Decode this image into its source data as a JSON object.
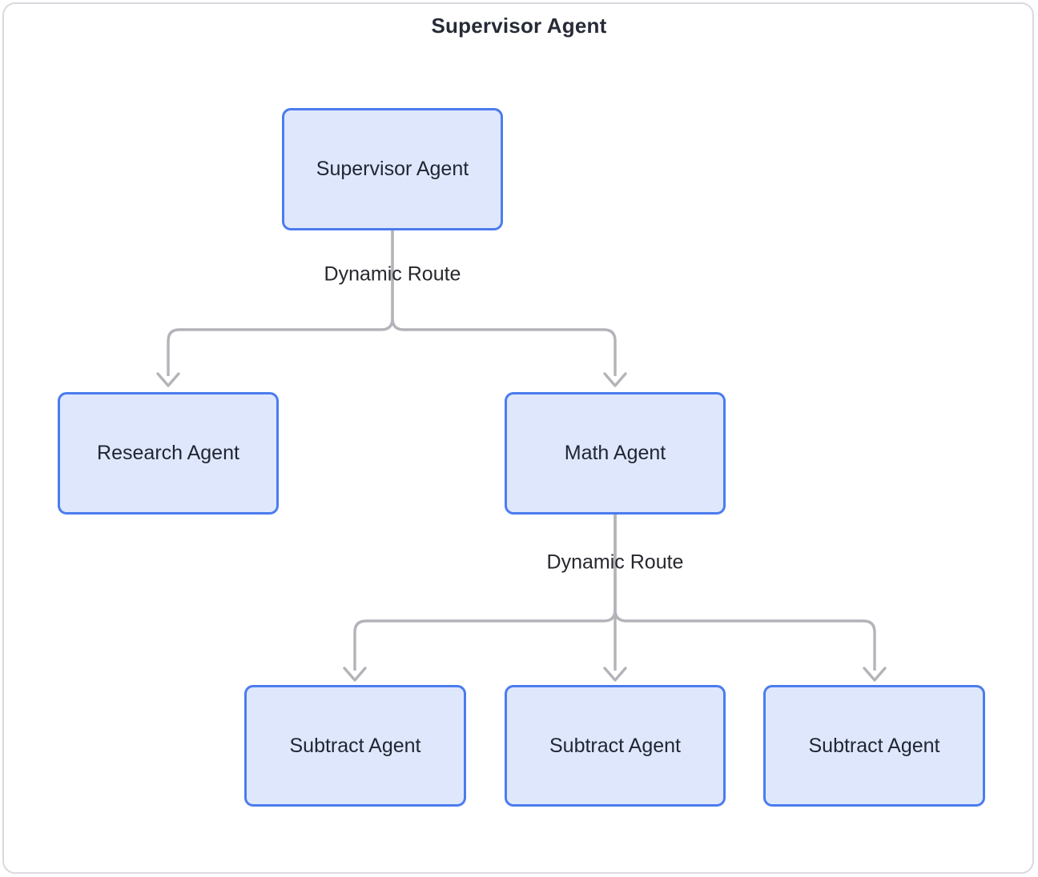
{
  "diagram": {
    "title": "Supervisor Agent",
    "nodes": [
      {
        "id": "supervisor",
        "label": "Supervisor Agent"
      },
      {
        "id": "research",
        "label": "Research Agent"
      },
      {
        "id": "math",
        "label": "Math Agent"
      },
      {
        "id": "subtract-1",
        "label": "Subtract Agent"
      },
      {
        "id": "subtract-2",
        "label": "Subtract Agent"
      },
      {
        "id": "subtract-3",
        "label": "Subtract Agent"
      }
    ],
    "edges": [
      {
        "from": "supervisor",
        "to": "research,math",
        "label": "Dynamic Route"
      },
      {
        "from": "math",
        "to": "subtract-1,subtract-2,subtract-3",
        "label": "Dynamic Route"
      }
    ],
    "colors": {
      "node_fill": "#dfe7fc",
      "node_border": "#4b7cef",
      "node_text": "#1f2533",
      "edge_color": "#b3b4b9",
      "label_color": "#27272e",
      "title_color": "#262b36",
      "frame_border": "#d9d9df"
    }
  }
}
